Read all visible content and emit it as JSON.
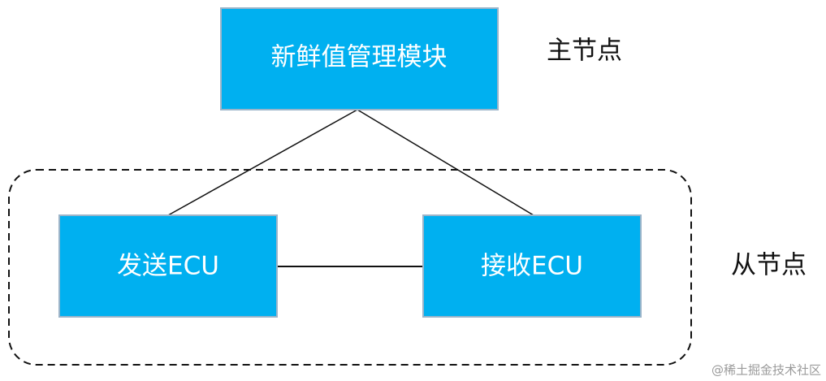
{
  "diagram": {
    "master_node": {
      "label": "新鲜值管理模块"
    },
    "slave_nodes": {
      "sender": {
        "label": "发送ECU"
      },
      "receiver": {
        "label": "接收ECU"
      }
    },
    "side_labels": {
      "master": "主节点",
      "slave": "从节点"
    },
    "colors": {
      "node_fill": "#00b0f0",
      "node_border": "#9bb4c9",
      "node_text": "#ffffff",
      "line": "#111111"
    }
  },
  "watermark": "@稀土掘金技术社区"
}
